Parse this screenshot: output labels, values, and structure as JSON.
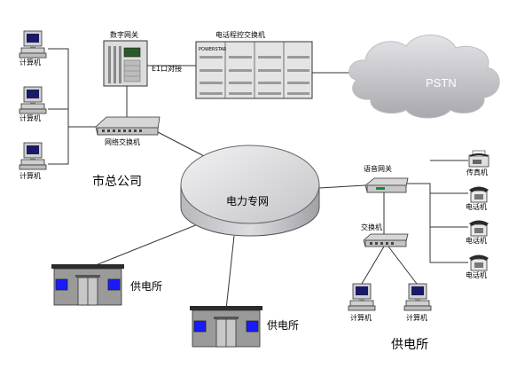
{
  "labels": {
    "computer": "计算机",
    "digital_gateway": "数字网关",
    "e1_link": "E1口对接",
    "pbx": "电话程控交换机",
    "pstn": "PSTN",
    "network_switch": "网络交换机",
    "hq": "市总公司",
    "core_network": "电力专网",
    "voice_gateway": "语音网关",
    "switch": "交换机",
    "fax": "传真机",
    "phone": "电话机",
    "supply_station": "供电所",
    "pbx_brand": "POWERSTAR"
  },
  "colors": {
    "building_window": "#1a1aff",
    "cloud": "#c8c8cc",
    "disk": "#d8d8dc",
    "line": "#333333"
  }
}
